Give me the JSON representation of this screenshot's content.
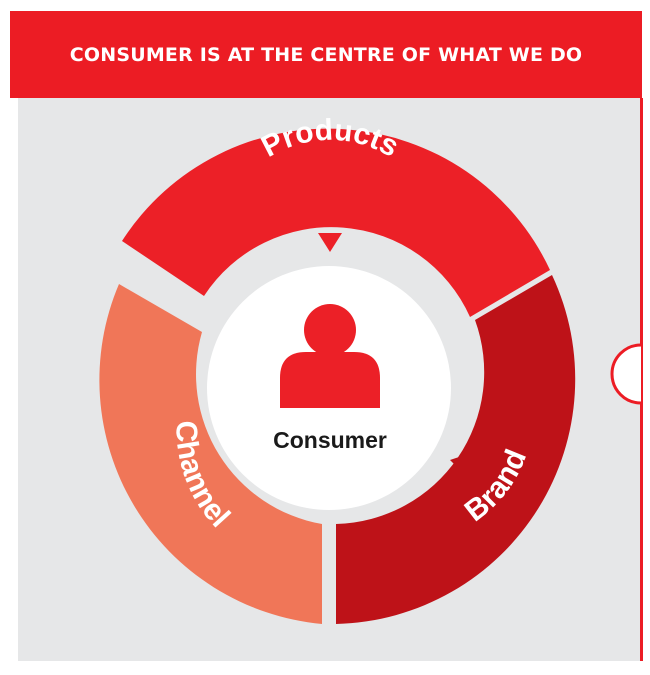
{
  "header": {
    "title": "CONSUMER IS AT THE CENTRE OF WHAT WE DO"
  },
  "diagram": {
    "center_label": "Consumer",
    "center_icon": "person-icon",
    "segments": [
      {
        "label": "Products",
        "color": "#ec2027"
      },
      {
        "label": "Brand",
        "color": "#be1218"
      },
      {
        "label": "Channel",
        "color": "#f07658"
      }
    ]
  },
  "colors": {
    "header_bg": "#ec1c24",
    "panel_bg": "#e6e7e8",
    "accent": "#ec1c24"
  }
}
